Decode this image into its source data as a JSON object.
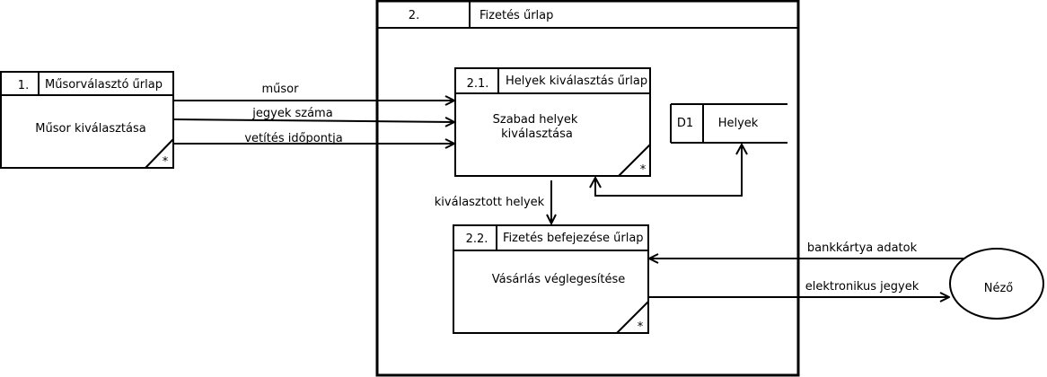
{
  "diagram": {
    "type": "data-flow-diagram",
    "outer_process": {
      "id": "2.",
      "title": "Fizetés űrlap"
    },
    "processes": [
      {
        "id": "1.",
        "title": "Műsorválasztó űrlap",
        "body": "Műsor kiválasztása",
        "marker": "*"
      },
      {
        "id": "2.1.",
        "title": "Helyek kiválasztás űrlap",
        "body_lines": [
          "Szabad helyek",
          "kiválasztása"
        ],
        "marker": "*"
      },
      {
        "id": "2.2.",
        "title": "Fizetés befejezése űrlap",
        "body": "Vásárlás véglegesítése",
        "marker": "*"
      }
    ],
    "data_store": {
      "id": "D1",
      "name": "Helyek"
    },
    "external_entity": {
      "name": "Néző"
    },
    "flows": [
      {
        "label": "műsor",
        "from": "1.",
        "to": "2.1."
      },
      {
        "label": "jegyek száma",
        "from": "1.",
        "to": "2.1."
      },
      {
        "label": "vetítés időpontja",
        "from": "1.",
        "to": "2.1."
      },
      {
        "label": "kiválasztott helyek",
        "from": "2.1.",
        "to": "2.2."
      },
      {
        "label": "",
        "from": "2.1.",
        "to": "D1",
        "bidirectional": true
      },
      {
        "label": "bankkártya adatok",
        "from": "Néző",
        "to": "2.2."
      },
      {
        "label": "elektronikus jegyek",
        "from": "2.2.",
        "to": "Néző"
      }
    ]
  }
}
